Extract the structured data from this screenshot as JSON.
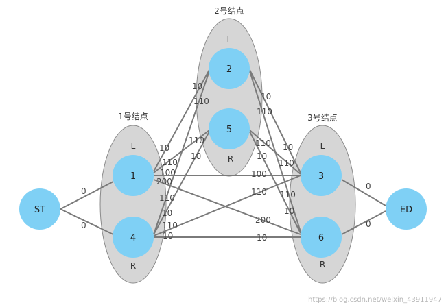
{
  "group_titles": [
    "1号结点",
    "2号结点",
    "3号结点"
  ],
  "side_labels": {
    "left": "L",
    "right": "R"
  },
  "nodes": {
    "st": "ST",
    "ed": "ED",
    "n1": "1",
    "n2": "2",
    "n3": "3",
    "n4": "4",
    "n5": "5",
    "n6": "6"
  },
  "edges": [
    {
      "from": "ST",
      "to": "1",
      "weight": "0"
    },
    {
      "from": "ST",
      "to": "4",
      "weight": "0"
    },
    {
      "from": "1",
      "to": "2",
      "weight": "10"
    },
    {
      "from": "1",
      "to": "5",
      "weight": "110"
    },
    {
      "from": "1",
      "to": "3",
      "weight": "100"
    },
    {
      "from": "1",
      "to": "6",
      "weight": "200"
    },
    {
      "from": "4",
      "to": "2",
      "weight": "110"
    },
    {
      "from": "4",
      "to": "5",
      "weight": "10"
    },
    {
      "from": "4",
      "to": "3",
      "weight": "110"
    },
    {
      "from": "4",
      "to": "6",
      "weight": "10"
    },
    {
      "from": "2",
      "to": "3",
      "weight": "10"
    },
    {
      "from": "2",
      "to": "6",
      "weight": "110"
    },
    {
      "from": "5",
      "to": "3",
      "weight": "110"
    },
    {
      "from": "5",
      "to": "6",
      "weight": "10"
    },
    {
      "from": "3",
      "to": "ED",
      "weight": "0"
    },
    {
      "from": "6",
      "to": "ED",
      "weight": "0"
    }
  ],
  "edge_labels": {
    "st_1": "0",
    "st_4": "0",
    "n1_2_a": "10",
    "n1_2_b": "10",
    "n1_5_a": "110",
    "n1_5_b": "110",
    "n1_3": "100",
    "n1_6": "200",
    "n4_2_a": "110",
    "n4_2_b": "110",
    "n4_5_a": "10",
    "n4_5_b": "10",
    "n4_3": "110",
    "n4_6": "10",
    "n2_3_a": "10",
    "n2_3_b": "10",
    "n2_6_a": "110",
    "n2_6_b": "110",
    "n5_3_a": "110",
    "n5_3_b": "110",
    "n5_6_a": "10",
    "n5_6_b": "10",
    "n3_ed": "0",
    "n6_ed": "0",
    "n4_3_end": "110",
    "n1_6_end": "200",
    "n4_6_end": "10"
  },
  "watermark": "https://blog.csdn.net/weixin_43911947",
  "colors": {
    "node_fill": "#7fd0f5",
    "group_fill": "#d6d6d6",
    "group_stroke": "#8a8a8a",
    "edge": "#7a7a7a"
  }
}
